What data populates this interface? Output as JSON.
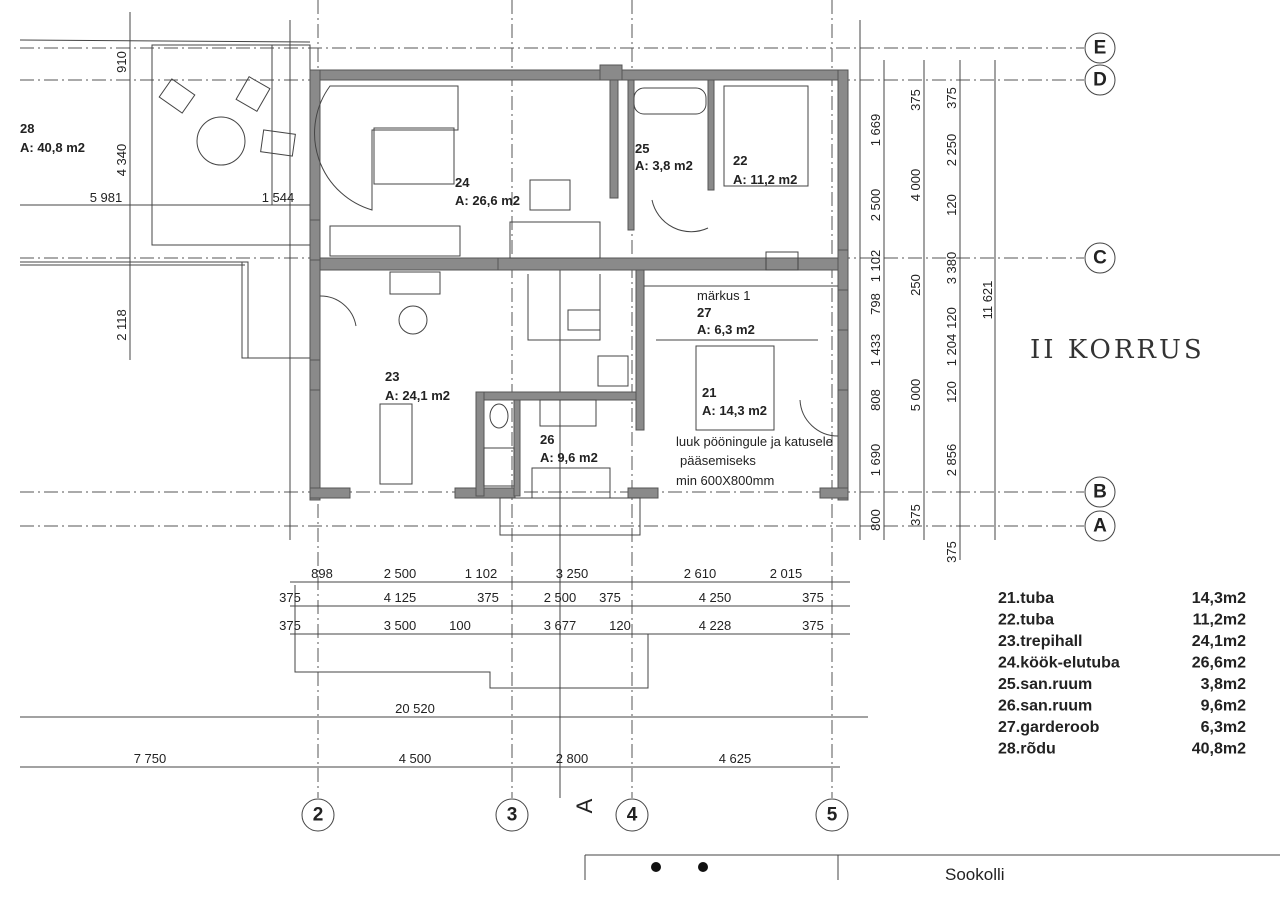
{
  "rooms": {
    "r28": {
      "num": "28",
      "area": "A: 40,8 m2"
    },
    "r24": {
      "num": "24",
      "area": "A: 26,6 m2"
    },
    "r25": {
      "num": "25",
      "area": "A: 3,8 m2"
    },
    "r22": {
      "num": "22",
      "area": "A: 11,2 m2"
    },
    "r23": {
      "num": "23",
      "area": "A: 24,1 m2"
    },
    "r26": {
      "num": "26",
      "area": "A: 9,6 m2"
    },
    "r27": {
      "num": "27",
      "area": "A: 6,3 m2"
    },
    "r21": {
      "num": "21",
      "area": "A: 14,3 m2"
    }
  },
  "notes": {
    "markus": "märkus 1",
    "hatch_1": "luuk pööningule ja katusele",
    "hatch_2": "pääsemiseks",
    "hatch_3": "min 600X800mm",
    "floor": "II KORRUS",
    "section": "A",
    "title_block": "Sookolli"
  },
  "axes": {
    "rows": [
      "E",
      "D",
      "C",
      "B",
      "A"
    ],
    "cols": [
      "2",
      "3",
      "4",
      "5"
    ]
  },
  "dims": {
    "left": [
      "910",
      "4 340",
      "2 118",
      "5 981",
      "1 544"
    ],
    "right1": [
      "1 669",
      "2 500",
      "1 102",
      "798",
      "1 433",
      "808",
      "1 690",
      "800"
    ],
    "right2": [
      "375",
      "4 000",
      "250",
      "5 000",
      "375"
    ],
    "right3": [
      "375",
      "2 250",
      "120",
      "3 380",
      "120",
      "1 204",
      "120",
      "2 856",
      "375"
    ],
    "total_v": "11 621",
    "row1": [
      "898",
      "2 500",
      "1 102",
      "3 250",
      "2 610",
      "2 015"
    ],
    "row2": [
      "375",
      "4 125",
      "375",
      "2 500",
      "375",
      "4 250",
      "375"
    ],
    "row3": [
      "375",
      "3 500",
      "100",
      "3 677",
      "120",
      "4 228",
      "375"
    ],
    "total_h": "20 520",
    "row5": [
      "7 750",
      "4 500",
      "2 800",
      "4 625"
    ]
  },
  "legend": [
    {
      "name": "21.tuba",
      "area": "14,3m2"
    },
    {
      "name": "22.tuba",
      "area": "11,2m2"
    },
    {
      "name": "23.trepihall",
      "area": "24,1m2"
    },
    {
      "name": "24.köök-elutuba",
      "area": "26,6m2"
    },
    {
      "name": "25.san.ruum",
      "area": "3,8m2"
    },
    {
      "name": "26.san.ruum",
      "area": "9,6m2"
    },
    {
      "name": "27.garderoob",
      "area": "6,3m2"
    },
    {
      "name": "28.rõdu",
      "area": "40,8m2"
    }
  ]
}
